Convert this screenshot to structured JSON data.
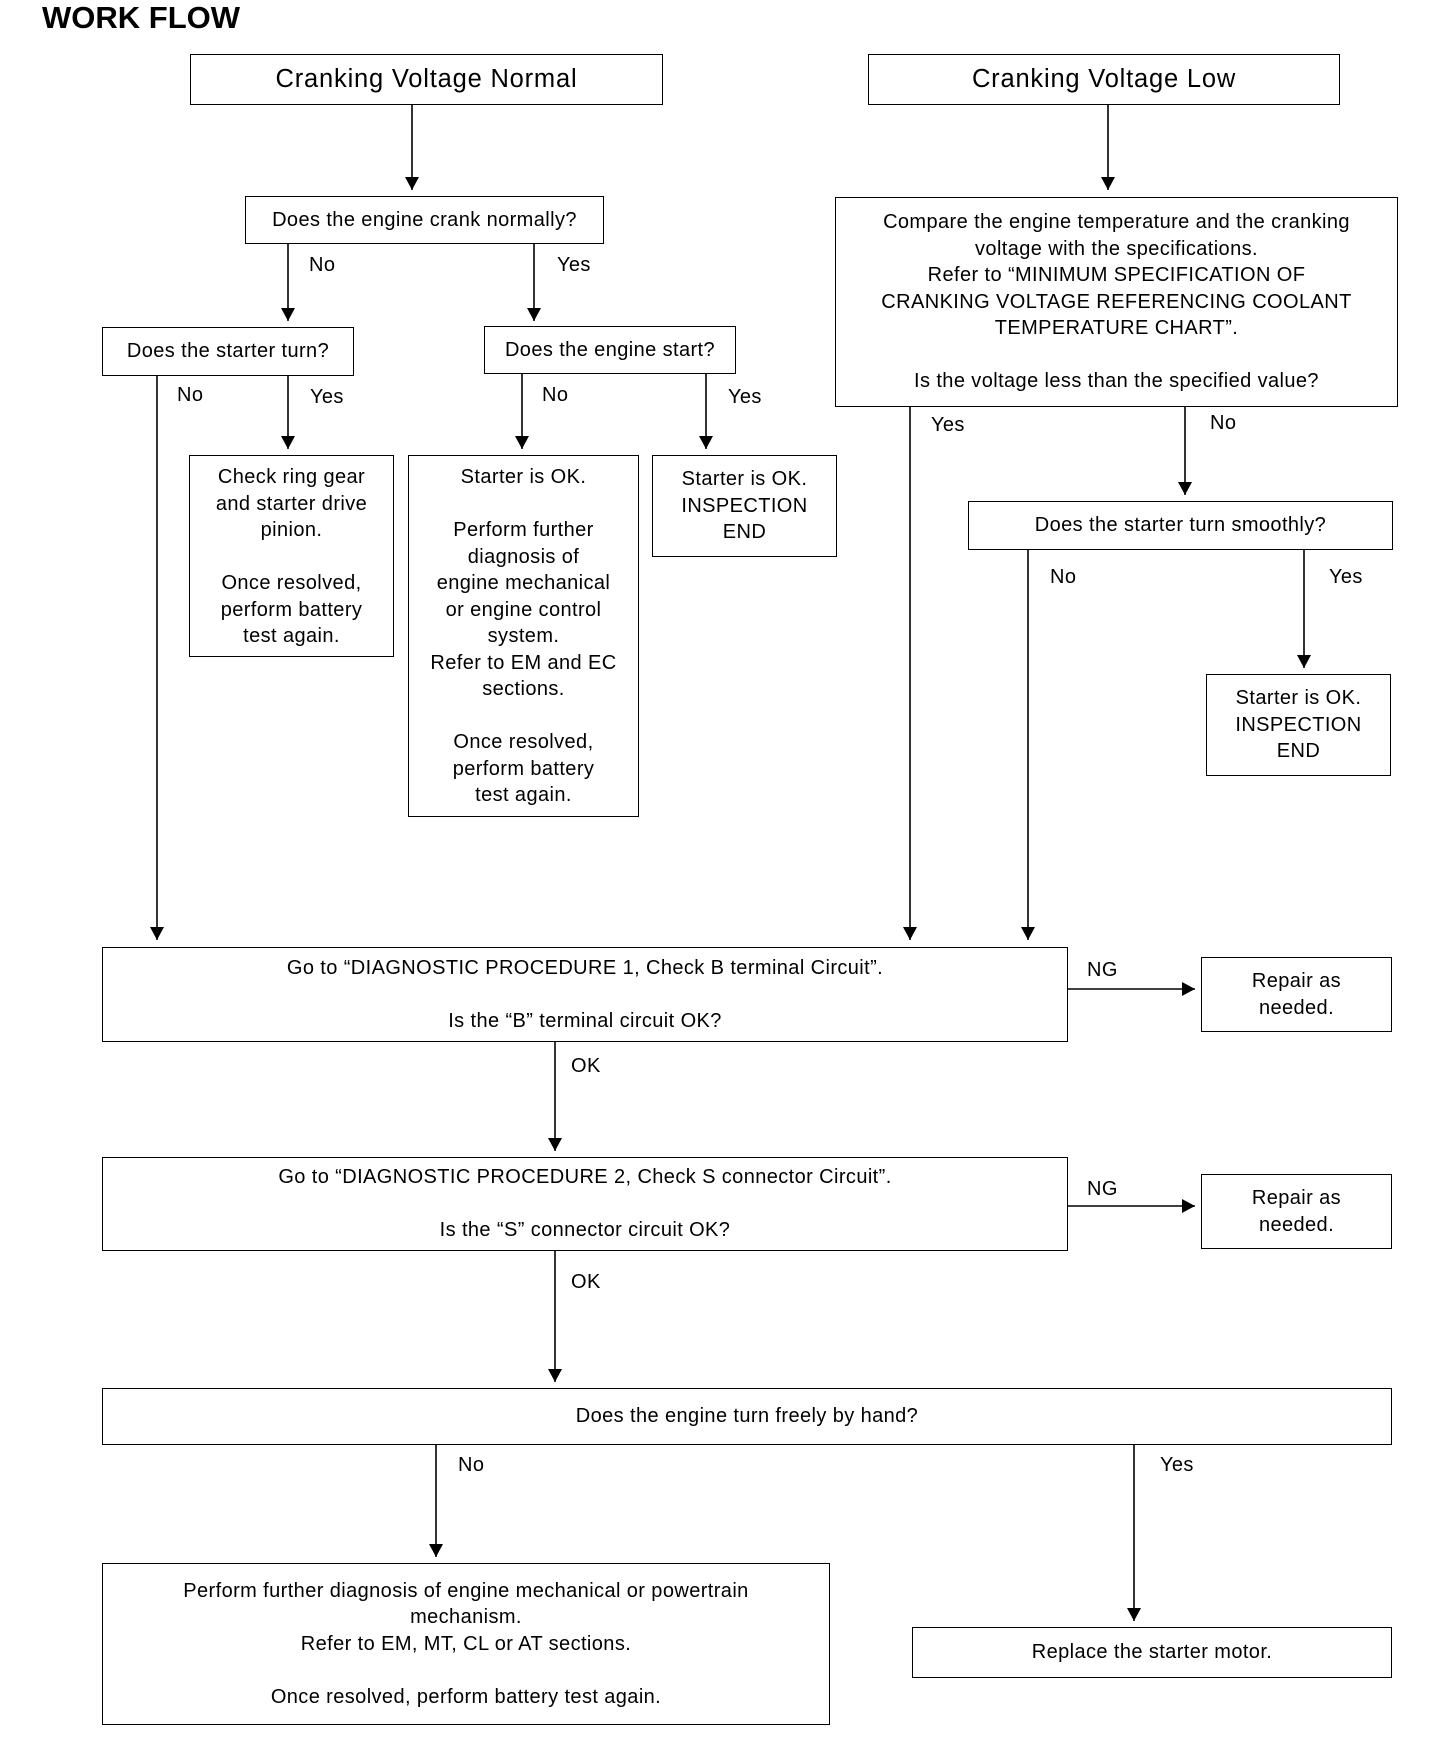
{
  "page_title": "WORK FLOW",
  "nodes": {
    "cranking_normal": "Cranking Voltage Normal",
    "cranking_low": "Cranking Voltage Low",
    "crank_normally": "Does the engine crank normally?",
    "starter_turn": "Does the starter turn?",
    "engine_start": "Does the engine start?",
    "check_ring_gear": "Check ring gear\nand starter drive\npinion.\n\nOnce resolved,\nperform battery\ntest again.",
    "starter_ok_further": "Starter is OK.\n\nPerform further\ndiagnosis of\nengine mechanical\nor engine control\nsystem.\nRefer to EM and EC\nsections.\n\nOnce resolved,\nperform battery\ntest again.",
    "starter_ok_end_1": "Starter is OK.\nINSPECTION\nEND",
    "compare_temp": "Compare the engine temperature and the cranking\nvoltage with the specifications.\nRefer to “MINIMUM SPECIFICATION OF\nCRANKING VOLTAGE REFERENCING COOLANT\nTEMPERATURE CHART”.\n\nIs the voltage less than the specified value?",
    "turn_smoothly": "Does the starter turn smoothly?",
    "starter_ok_end_2": "Starter is OK.\nINSPECTION\nEND",
    "diag_proc_1": "Go to “DIAGNOSTIC PROCEDURE 1, Check B terminal Circuit”.\n\nIs the “B” terminal circuit OK?",
    "repair_1": "Repair as\nneeded.",
    "diag_proc_2": "Go to “DIAGNOSTIC PROCEDURE 2, Check S connector Circuit”.\n\nIs the “S” connector circuit OK?",
    "repair_2": "Repair as\nneeded.",
    "turn_by_hand": "Does the engine turn freely by hand?",
    "further_diag_powertrain": "Perform further diagnosis of engine mechanical or powertrain\nmechanism.\nRefer to EM, MT, CL or AT sections.\n\nOnce resolved, perform battery test again.",
    "replace_starter": "Replace the starter motor."
  },
  "edge_labels": {
    "crank_no": "No",
    "crank_yes": "Yes",
    "starter_turn_no": "No",
    "starter_turn_yes": "Yes",
    "engine_start_no": "No",
    "engine_start_yes": "Yes",
    "voltage_yes": "Yes",
    "voltage_no": "No",
    "smooth_no": "No",
    "smooth_yes": "Yes",
    "proc1_ng": "NG",
    "proc1_ok": "OK",
    "proc2_ng": "NG",
    "proc2_ok": "OK",
    "hand_no": "No",
    "hand_yes": "Yes"
  }
}
